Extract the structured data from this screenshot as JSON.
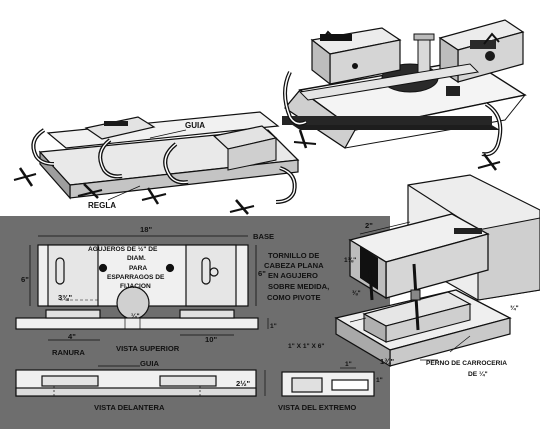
{
  "top_figure": {
    "labels": {
      "guia": "GUIA",
      "regla": "REGLA"
    }
  },
  "plan_panel": {
    "panel_color": "#6e6e6e",
    "dimensions": {
      "overall_width": "18\"",
      "height_left": "6\"",
      "height_right": "6\"",
      "center_gap": "3⅜\"",
      "right_offset": "10\"",
      "groove_width": "4\"",
      "groove_gap": "¼\"",
      "depth": "1\"",
      "front_height": "2½\"",
      "dim_1": "1\"",
      "end_side": "1\""
    },
    "labels": {
      "base": "BASE",
      "holes_note": [
        "AGUJEROS DE ½\" DE",
        "DIAM.",
        "PARA",
        "ESPARRAGOS DE",
        "FIJACION"
      ],
      "ranura": "RANURA",
      "vista_superior": "VISTA SUPERIOR",
      "guia": "GUIA",
      "vista_delantera": "VISTA DELANTERA",
      "vista_del_extremo": "VISTA DEL EXTREMO"
    }
  },
  "iso_figure": {
    "dimensions": {
      "width_2": "2\"",
      "side_1_3_8": "1⅜\"",
      "side_3_8": "⅜\"",
      "base_1_3_4": "1¾\"",
      "thickness_3_4": "¾\"",
      "stock": "1\" X 1\" X 6\""
    },
    "labels": {
      "tornillo_note": [
        "TORNILLO DE",
        "CABEZA PLANA",
        "EN AGUJERO",
        "SOBRE MEDIDA,",
        "COMO PIVOTE"
      ],
      "perno_note": [
        "PERNO DE CARROCERIA",
        "DE ¼\""
      ]
    }
  }
}
